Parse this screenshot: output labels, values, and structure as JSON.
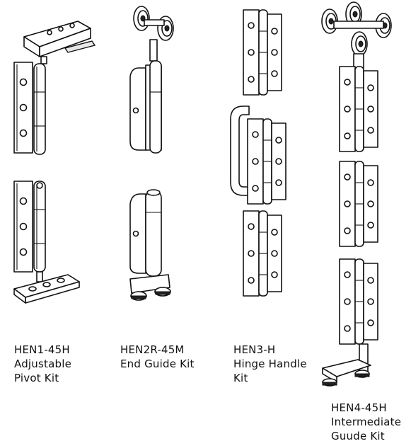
{
  "products": [
    {
      "code": "HEN1-45H",
      "name_line1": "Adjustable",
      "name_line2": "Pivot Kit"
    },
    {
      "code": "HEN2R-45M",
      "name_line1": "End Guide Kit",
      "name_line2": ""
    },
    {
      "code": "HEN3-H",
      "name_line1": "Hinge Handle",
      "name_line2": "Kit"
    },
    {
      "code": "HEN4-45H",
      "name_line1": "Intermediate",
      "name_line2": "Guude Kit"
    }
  ],
  "colors": {
    "line": "#111111",
    "background": "#ffffff"
  }
}
